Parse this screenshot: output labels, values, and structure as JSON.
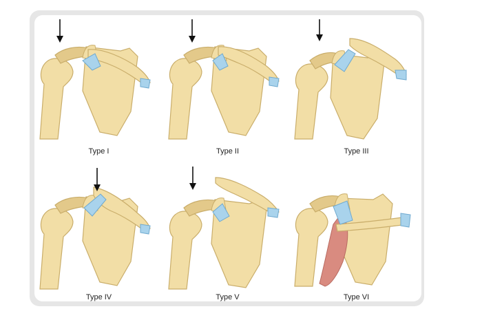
{
  "figure": {
    "panels": [
      {
        "label": "Type I"
      },
      {
        "label": "Type II"
      },
      {
        "label": "Type III"
      },
      {
        "label": "Type IV"
      },
      {
        "label": "Type V"
      },
      {
        "label": "Type VI"
      }
    ]
  },
  "colors": {
    "bone": "#f2dea6",
    "bone_outline": "#c9ad6a",
    "bone_shade": "#e3c98a",
    "ligament": "#a9d3ec",
    "ligament_outline": "#6ea9cf",
    "muscle": "#d98b80",
    "arrow": "#111111",
    "frame": "#e6e6e6"
  }
}
